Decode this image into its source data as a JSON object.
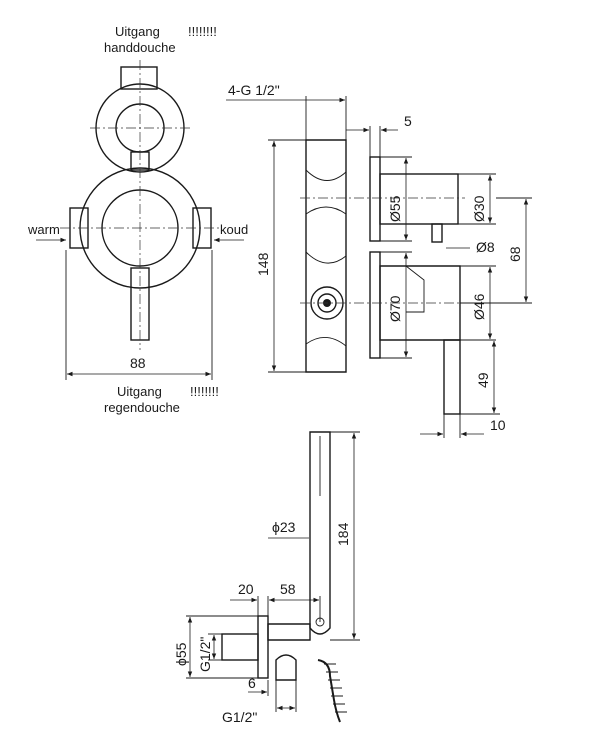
{
  "top_view": {
    "outlet_hand_line1": "Uitgang",
    "outlet_hand_line2": "handdouche",
    "outlet_hand_mark": "!!!!!!!!",
    "outlet_rain_line1": "Uitgang",
    "outlet_rain_line2": "regendouche",
    "outlet_rain_mark": "!!!!!!!!",
    "left_label": "warm",
    "right_label": "koud",
    "width_dim": "88"
  },
  "side_view": {
    "thread_dim": "4-G 1/2\"",
    "gap_dim": "5",
    "height_dim": "148",
    "rosette_upper_dia": "Ø55",
    "knob_dia": "Ø30",
    "pin_dia": "Ø8",
    "spacing_dim": "68",
    "rosette_lower_dia": "Ø70",
    "handle_body_dia": "Ø46",
    "lever_length": "49",
    "lever_width": "10"
  },
  "hand_shower": {
    "handle_dia": "ϕ23",
    "handle_length": "184",
    "elbow_depth": "20",
    "elbow_reach": "58",
    "flange_dia": "ϕ55",
    "thread_side": "G1/2\"",
    "offset_dim": "6",
    "thread_bottom": "G1/2\""
  }
}
